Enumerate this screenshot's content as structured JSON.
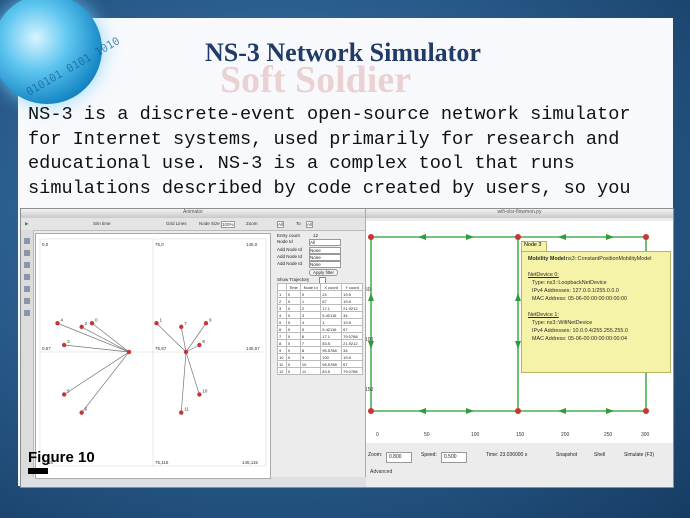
{
  "slide": {
    "title": "NS-3 Network Simulator",
    "watermark": "Soft Soldier",
    "binary_decoration": "010101 0101 1010",
    "body": "NS-3 is a discrete-event open-source network simulator\nfor Internet systems, used primarily for research and\neducational use. NS-3 is a complex tool that runs\nsimulations described by code created by users, so you",
    "figure_label": "Figure 10"
  },
  "left_window": {
    "title": "Animator",
    "toolbar": [
      "Sim time",
      "Grid Lines",
      "Node Size",
      "Zoom",
      "All",
      "To",
      "All"
    ],
    "node_size_value": "100%",
    "corner_labels": {
      "tl": "0,0",
      "tm": "75,0",
      "tr": "145,0",
      "ml": "0,57",
      "mm": "75,57",
      "mr": "145,57",
      "bl": "0,115",
      "bm": "75,115",
      "br": "145,115"
    },
    "node_labels": [
      "0",
      "1",
      "2",
      "3",
      "4",
      "5",
      "6",
      "7",
      "8",
      "9",
      "10",
      "11"
    ],
    "panel": {
      "entry_count_label": "Entry count",
      "entry_count": "12",
      "node_id_label": "Node Id",
      "node_id": "All",
      "filters": [
        "Add Node Id",
        "Add Node Id",
        "Add Node Id"
      ],
      "filter_value": "None",
      "apply_filter": "Apply filter",
      "show_trajectory": "Show Trajectory"
    },
    "table": {
      "headers": [
        "Time",
        "Node Id",
        "X coord",
        "Y coord"
      ],
      "rows": [
        [
          "0",
          "0",
          "24",
          "19.5"
        ],
        [
          "0",
          "1",
          "67",
          "19.5"
        ],
        [
          "0",
          "2",
          "17.1",
          "21.9212"
        ],
        [
          "0",
          "3",
          "5.42116",
          "34"
        ],
        [
          "0",
          "4",
          "1",
          "19.5"
        ],
        [
          "0",
          "5",
          "5.42116",
          "67"
        ],
        [
          "0",
          "6",
          "17.1",
          "79.0788"
        ],
        [
          "0",
          "7",
          "83.5",
          "21.9212"
        ],
        [
          "0",
          "8",
          "95.5788",
          "34"
        ],
        [
          "0",
          "9",
          "100",
          "19.5"
        ],
        [
          "0",
          "10",
          "95.5788",
          "67"
        ],
        [
          "0",
          "11",
          "83.5",
          "79.0788"
        ]
      ],
      "row_index": [
        "1",
        "2",
        "3",
        "4",
        "5",
        "6",
        "7",
        "8",
        "9",
        "10",
        "11",
        "12"
      ]
    }
  },
  "right_window": {
    "title": "wifi-olsr-flowmon.py",
    "axis_left": [
      "50",
      "100",
      "150"
    ],
    "axis_bottom": [
      "0",
      "50",
      "100",
      "150",
      "200",
      "250",
      "300"
    ],
    "tooltip": {
      "header": "Node 3",
      "mobility_label": "Mobility Model:",
      "mobility_value": "ns3::ConstantPositionMobilityModel",
      "netdev0": "NetDevice 0:",
      "type0": "Type: ns3::LoopbackNetDevice",
      "ipv4_0": "IPv4 Addresses: 127.0.0.1/255.0.0.0",
      "mac_0": "MAC Address: 05-06-00:00:00:00:00:00",
      "netdev1": "NetDevice 1:",
      "type1": "Type: ns3::WifiNetDevice",
      "ipv4_1": "IPv4 Addresses: 10.0.0.4/255.255.255.0",
      "mac_1": "MAC Address: 05-06-00:00:00:00:00:04"
    },
    "status": {
      "zoom_label": "Zoom:",
      "zoom": "0.800",
      "speed_label": "Speed:",
      "speed": "0.500",
      "time": "Time: 23.036000 s",
      "snapshot": "Snapshot",
      "shell": "Shell",
      "simulate": "Simulate (F3)",
      "advanced": "Advanced"
    }
  }
}
